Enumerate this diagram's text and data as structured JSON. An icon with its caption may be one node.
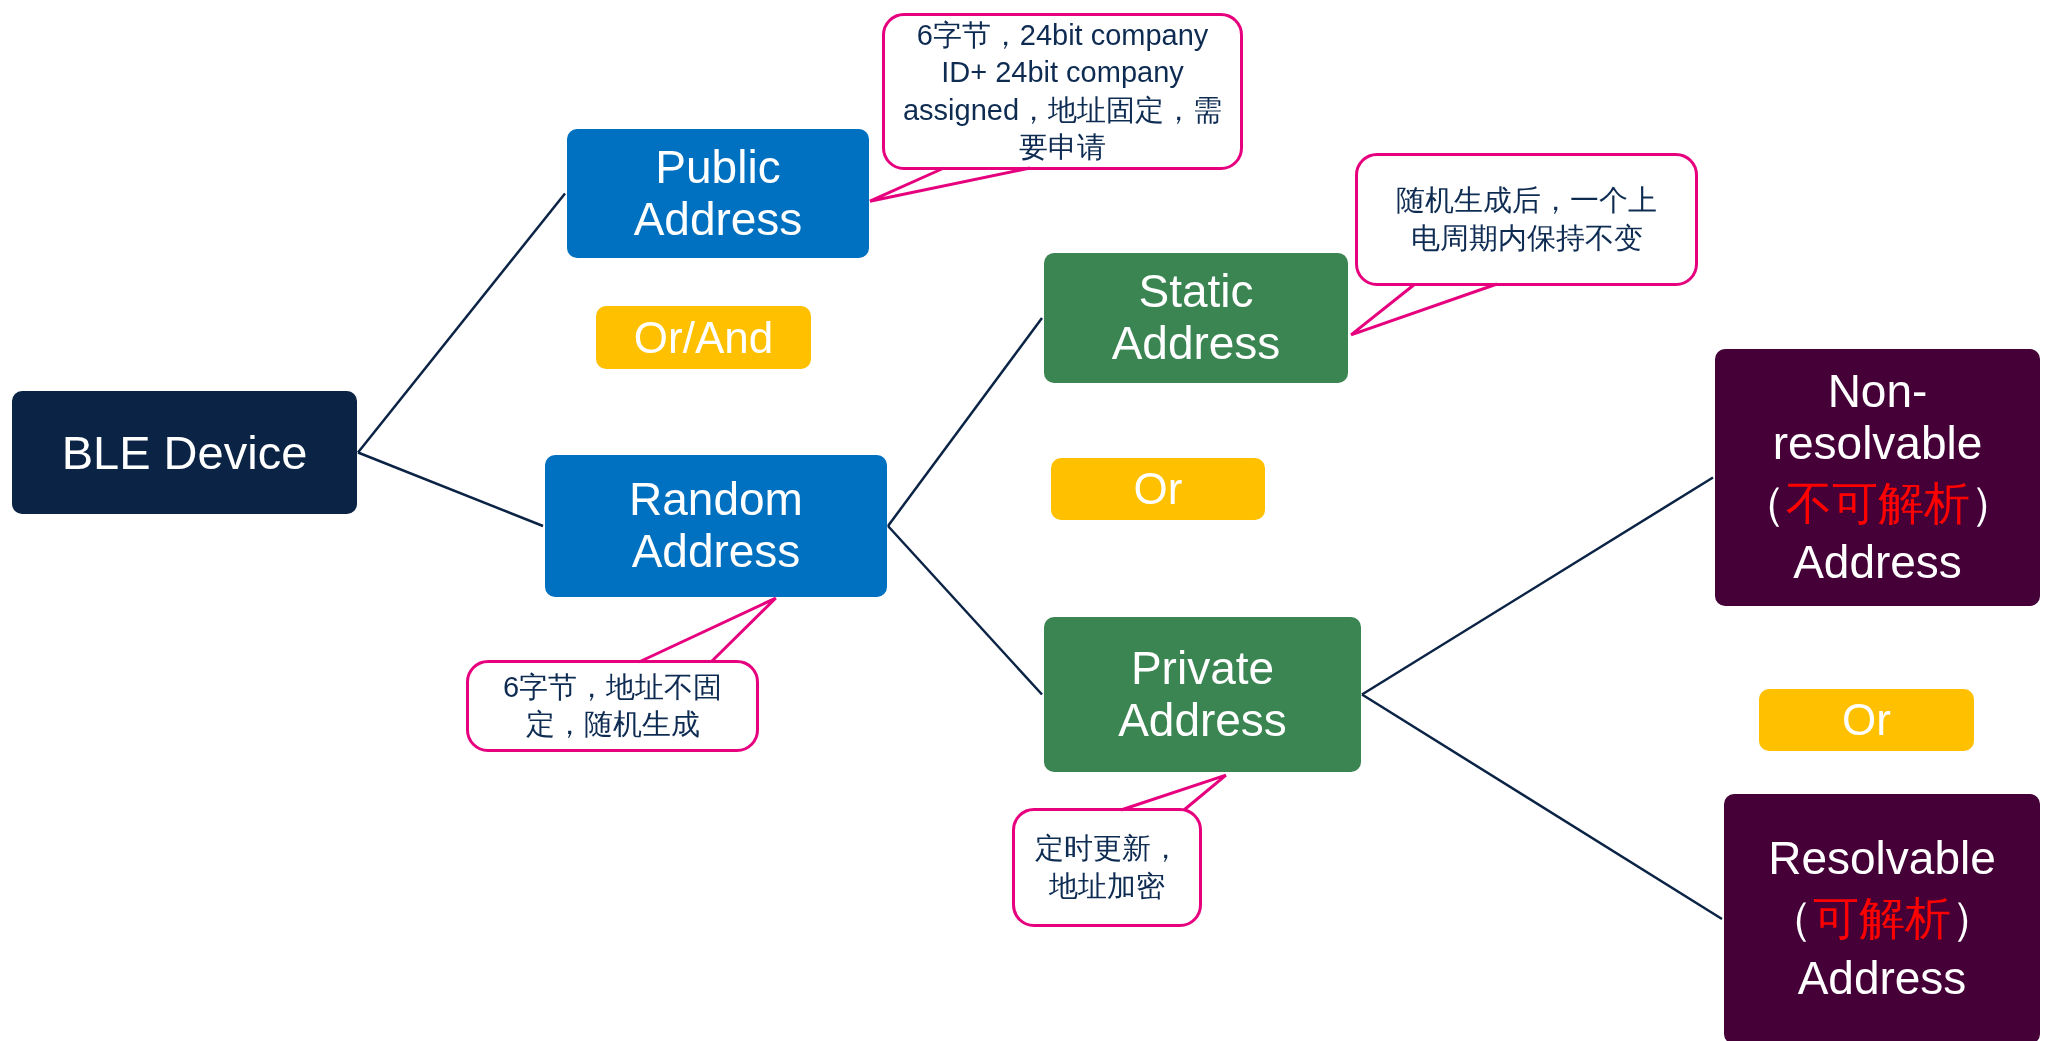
{
  "diagram": {
    "nodes": [
      {
        "text": [
          "BLE Device"
        ]
      },
      {
        "text": [
          "Public Address"
        ]
      },
      {
        "text": [
          "6字节，24bit company ID+ 24bit company assigned，地址固定，需要申请"
        ]
      },
      {
        "text": [
          "Or/And"
        ]
      },
      {
        "text": [
          "Static Address"
        ]
      },
      {
        "text": [
          "随机生成后，一个上电周期内保持不变"
        ]
      },
      {
        "text": [
          "Random Address"
        ]
      },
      {
        "text": [
          "Or"
        ]
      },
      {
        "text": [
          "Non-resolvable",
          "（不可解析）",
          "Address"
        ]
      },
      {
        "text": [
          "6字节，地址不固定，随机生成"
        ]
      },
      {
        "text": [
          "Private Address"
        ]
      },
      {
        "text": [
          "Or"
        ]
      },
      {
        "text": [
          "定时更新，地址加密"
        ]
      },
      {
        "text": [
          "Resolvable",
          "（可解析）",
          "Address"
        ]
      }
    ],
    "edges": [
      {
        "from": 0,
        "to": 1,
        "arrow": "none"
      },
      {
        "from": 0,
        "to": 6,
        "arrow": "none"
      },
      {
        "from": 6,
        "to": 4,
        "arrow": "none"
      },
      {
        "from": 6,
        "to": 10,
        "arrow": "none"
      },
      {
        "from": 10,
        "to": 8,
        "arrow": "none"
      },
      {
        "from": 10,
        "to": 13,
        "arrow": "none"
      },
      {
        "from": 2,
        "to": 1,
        "arrow": "none",
        "color": "#e6007e"
      },
      {
        "from": 5,
        "to": 4,
        "arrow": "none",
        "color": "#e6007e"
      },
      {
        "from": 9,
        "to": 6,
        "arrow": "none",
        "color": "#e6007e"
      },
      {
        "from": 12,
        "to": 10,
        "arrow": "none",
        "color": "#e6007e"
      }
    ]
  }
}
